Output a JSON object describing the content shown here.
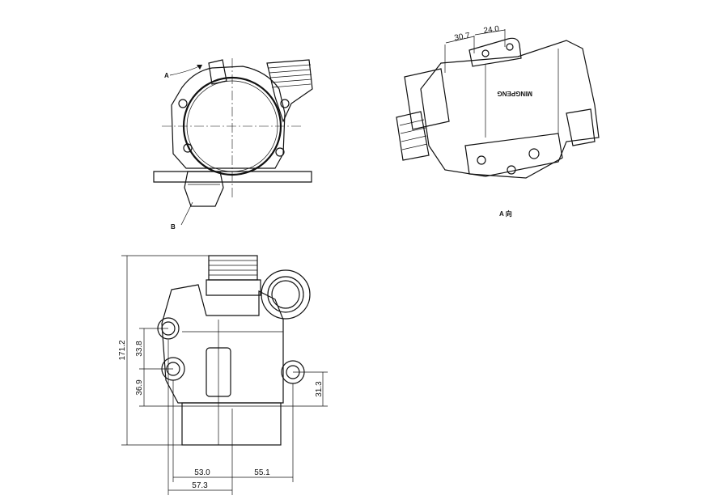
{
  "front_view": {
    "arrow_label_a": "A",
    "arrow_label_b": "B"
  },
  "iso_view": {
    "dim_hole_offset": "30.7",
    "dim_hole_spacing": "24.0",
    "brand_logo_text": "MINGPENG",
    "view_caption": "A  向"
  },
  "side_view": {
    "dim_total_height": "171.2",
    "dim_upper_port": "33.8",
    "dim_lower_port": "36.9",
    "dim_right_port": "31.3",
    "dim_left_width": "53.0",
    "dim_right_width": "55.1",
    "dim_overall_left": "57.3"
  }
}
